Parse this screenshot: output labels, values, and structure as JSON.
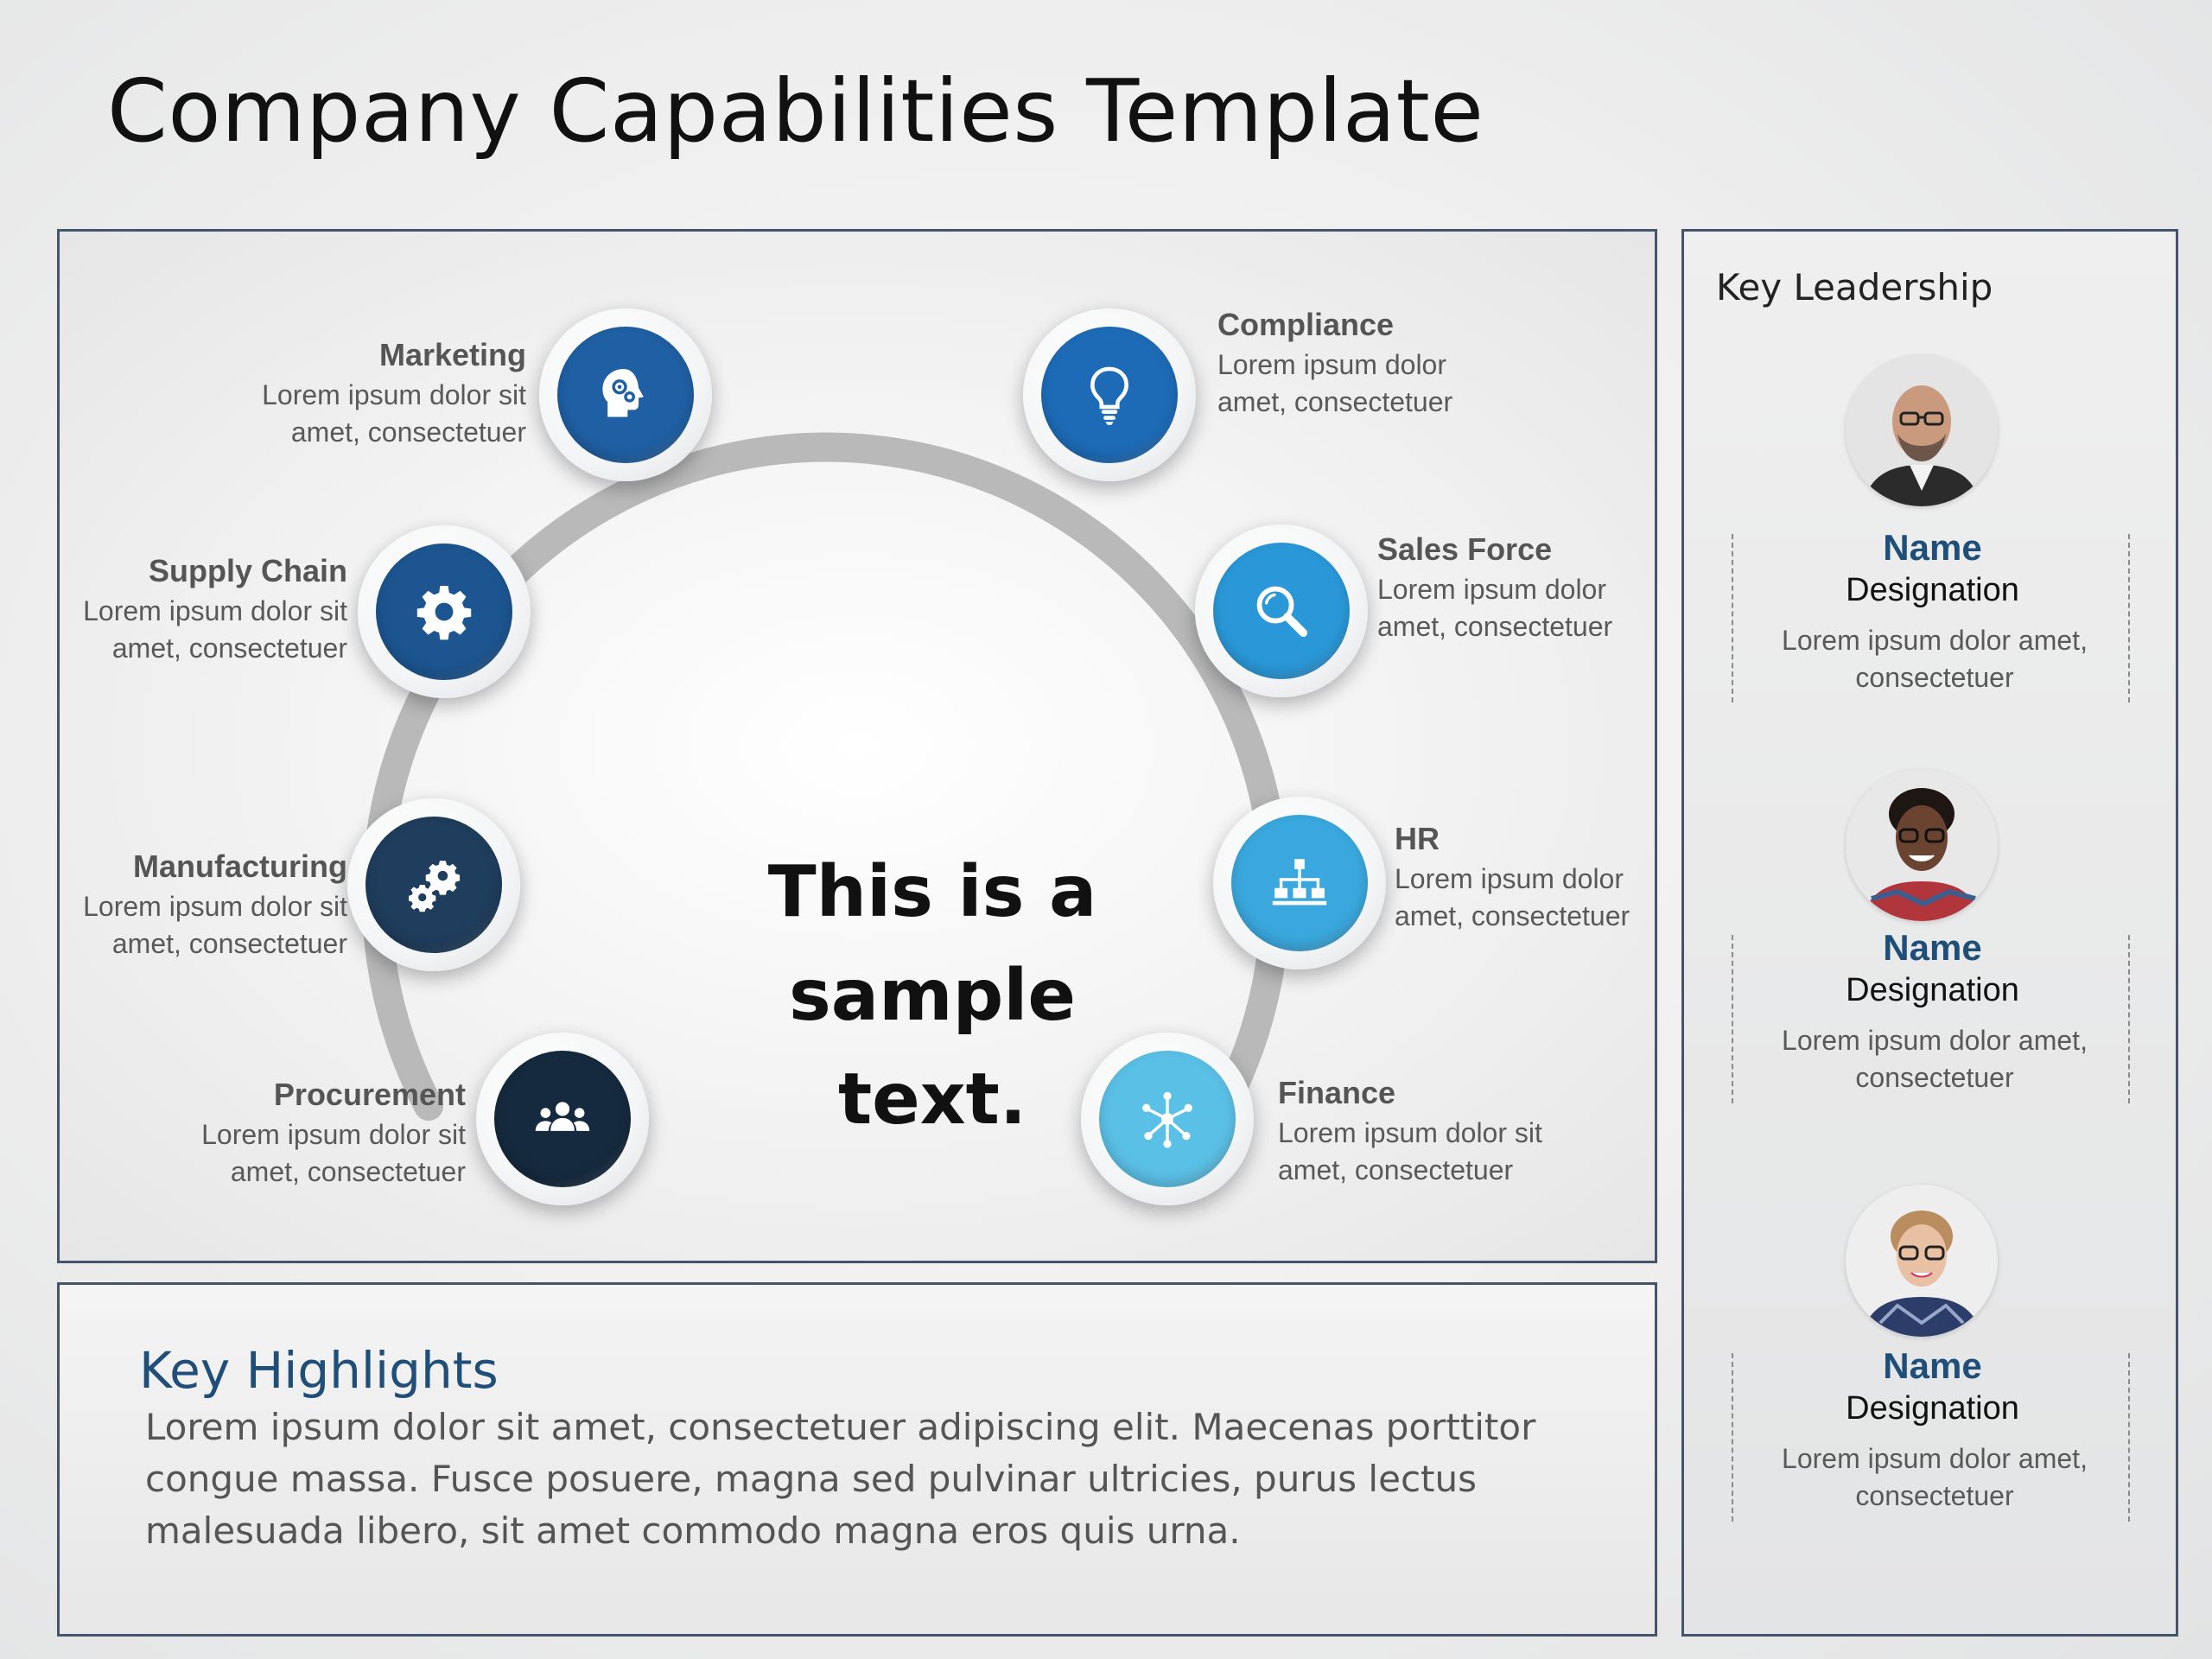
{
  "title": "Company Capabilities Template",
  "center_text": "This is a sample text.",
  "capabilities": [
    {
      "name": "Marketing",
      "desc1": "Lorem ipsum dolor sit",
      "desc2": "amet, consectetuer",
      "icon": "head-gears-icon",
      "color": "#1f5fa3"
    },
    {
      "name": "Supply Chain",
      "desc1": "Lorem ipsum dolor sit",
      "desc2": "amet, consectetuer",
      "icon": "gear-icon",
      "color": "#1c5590"
    },
    {
      "name": "Manufacturing",
      "desc1": "Lorem ipsum dolor sit",
      "desc2": "amet, consectetuer",
      "icon": "two-gears-icon",
      "color": "#1f3d5c"
    },
    {
      "name": "Procurement",
      "desc1": "Lorem ipsum dolor sit",
      "desc2": "amet, consectetuer",
      "icon": "group-icon",
      "color": "#152a3e"
    },
    {
      "name": "Compliance",
      "desc1": "Lorem ipsum dolor",
      "desc2": "amet, consectetuer",
      "icon": "lightbulb-icon",
      "color": "#1d6bb7"
    },
    {
      "name": "Sales Force",
      "desc1": "Lorem ipsum dolor",
      "desc2": "amet, consectetuer",
      "icon": "magnifier-icon",
      "color": "#2a98d8"
    },
    {
      "name": "HR",
      "desc1": "Lorem ipsum dolor",
      "desc2": "amet, consectetuer",
      "icon": "org-chart-icon",
      "color": "#3aa8de"
    },
    {
      "name": "Finance",
      "desc1": "Lorem ipsum dolor sit",
      "desc2": "amet, consectetuer",
      "icon": "network-icon",
      "color": "#5bc0e6"
    }
  ],
  "highlights": {
    "title": "Key Highlights",
    "body": "Lorem ipsum dolor sit amet, consectetuer adipiscing elit. Maecenas porttitor congue massa. Fusce posuere, magna sed pulvinar ultricies, purus lectus malesuada libero, sit amet commodo magna eros quis urna."
  },
  "leadership": {
    "title": "Key Leadership",
    "leaders": [
      {
        "name": "Name",
        "designation": "Designation",
        "desc1": "Lorem ipsum dolor amet,",
        "desc2": "consectetuer"
      },
      {
        "name": "Name",
        "designation": "Designation",
        "desc1": "Lorem ipsum dolor amet,",
        "desc2": "consectetuer"
      },
      {
        "name": "Name",
        "designation": "Designation",
        "desc1": "Lorem ipsum dolor amet,",
        "desc2": "consectetuer"
      }
    ]
  }
}
